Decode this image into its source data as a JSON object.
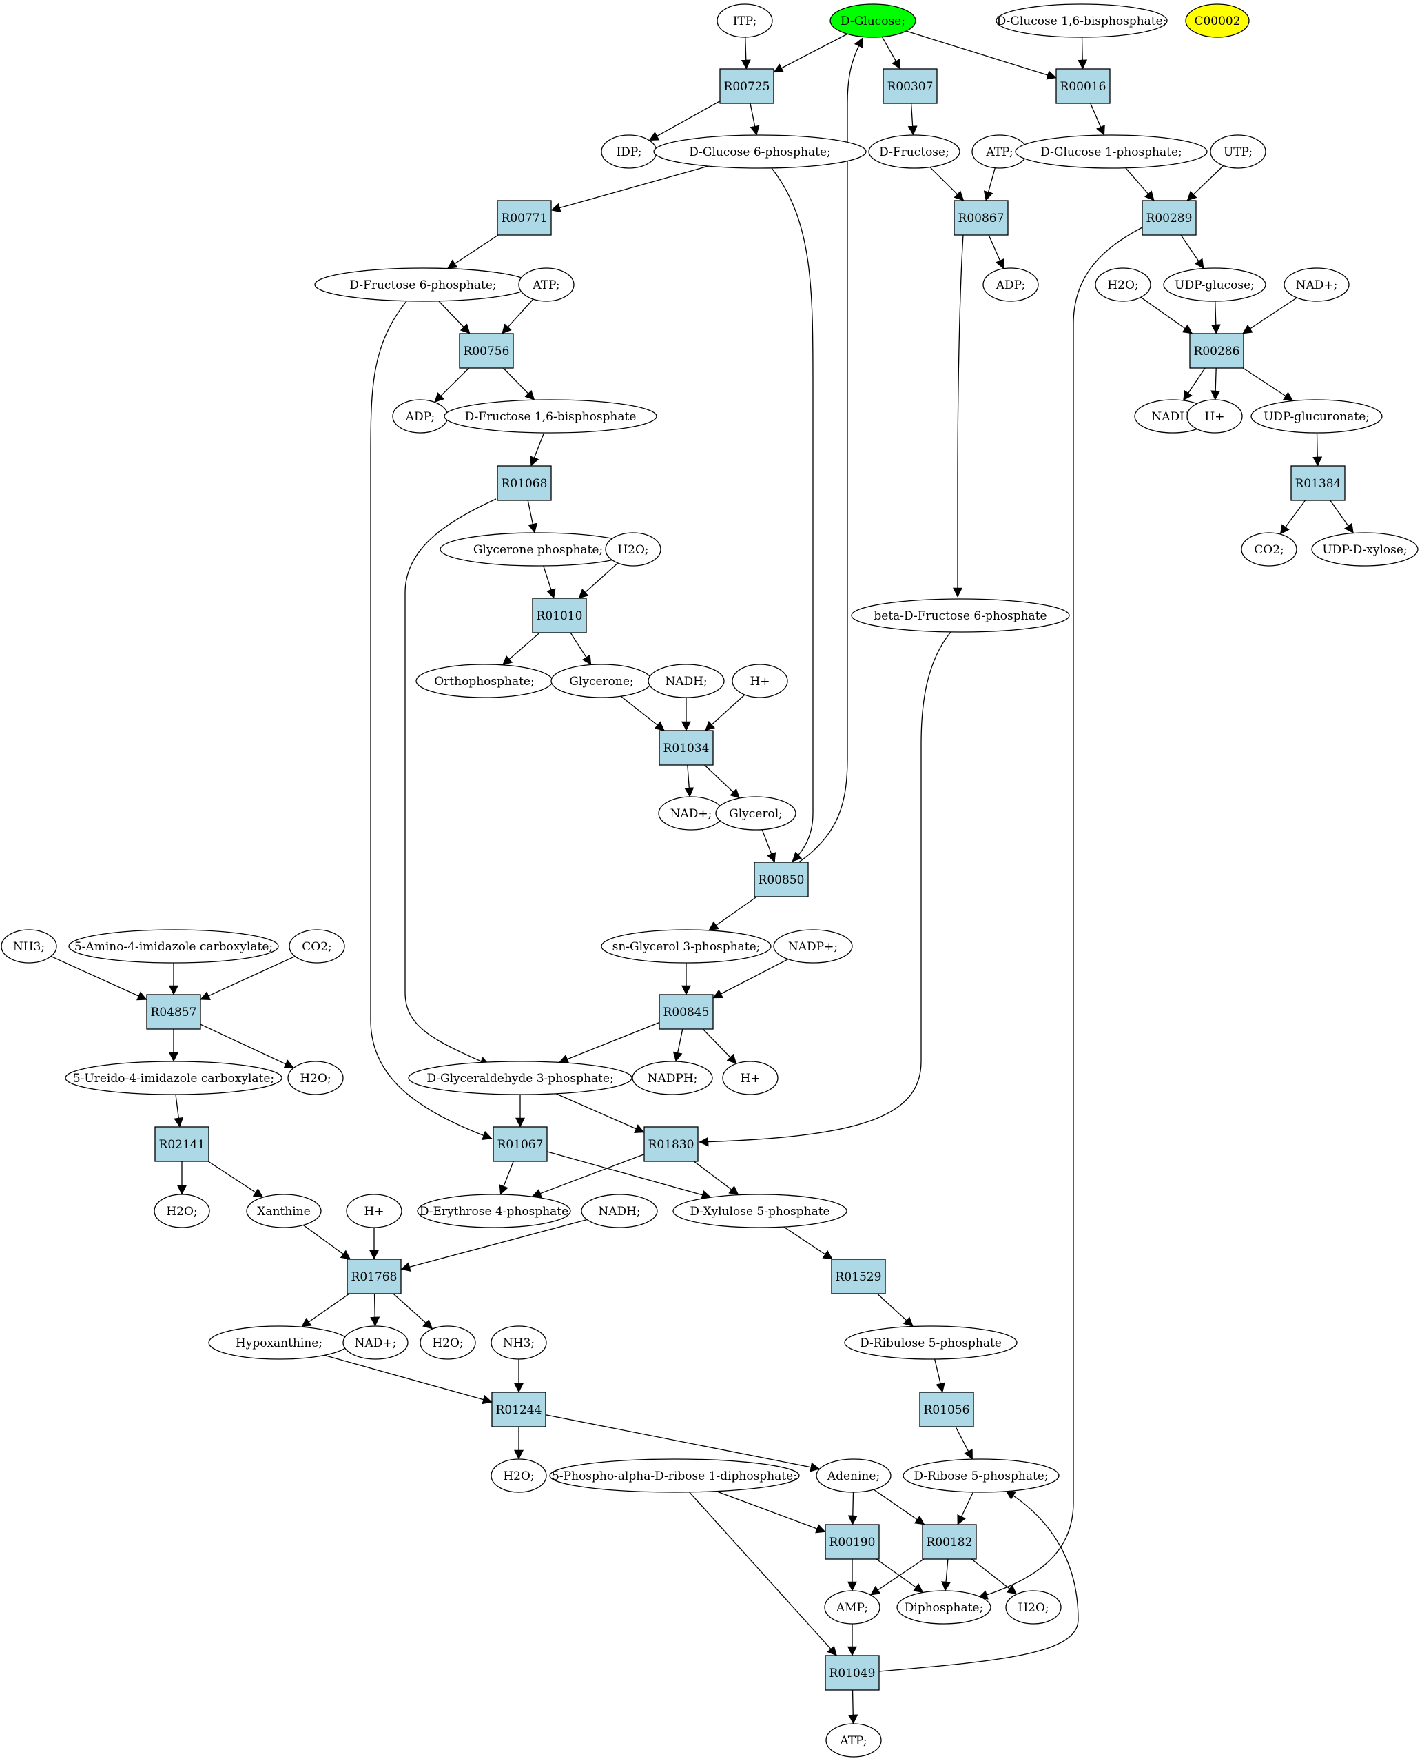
{
  "colors": {
    "reaction": "#add8e6",
    "start_compound": "#00ff00",
    "query_compound": "#ffff00",
    "compound": "#ffffff"
  },
  "compounds": {
    "itp": "ITP;",
    "glucose": "D-Glucose;",
    "g16bp": "D-Glucose 1,6-bisphosphate;",
    "c00002": "C00002",
    "idp": "IDP;",
    "g6p": "D-Glucose 6-phosphate;",
    "fructose": "D-Fructose;",
    "atp_1": "ATP;",
    "g1p": "D-Glucose 1-phosphate;",
    "utp": "UTP;",
    "f6p": "D-Fructose 6-phosphate;",
    "atp_2": "ATP;",
    "adp_1": "ADP;",
    "h2o_1": "H2O;",
    "udpglucose": "UDP-glucose;",
    "nadp_1": "NAD+;",
    "adp_2": "ADP;",
    "fbp": "D-Fructose 1,6-bisphosphate",
    "nadh_1": "NADH;",
    "hplus_1": "H+",
    "udpglucuronate": "UDP-glucuronate;",
    "gp": "Glycerone phosphate;",
    "h2o_2": "H2O;",
    "co2_1": "CO2;",
    "udpxylose": "UDP-D-xylose;",
    "bf6p": "beta-D-Fructose 6-phosphate",
    "ortho": "Orthophosphate;",
    "glycerone": "Glycerone;",
    "nadh_2": "NADH;",
    "hplus_2": "H+",
    "nadp_2": "NAD+;",
    "glycerol": "Glycerol;",
    "nh3_1": "NH3;",
    "aic": "5-Amino-4-imidazole carboxylate;",
    "co2_2": "CO2;",
    "g3p": "sn-Glycerol 3-phosphate;",
    "nadpplus": "NADP+;",
    "uic": "5-Ureido-4-imidazole carboxylate;",
    "h2o_3": "H2O;",
    "gap": "D-Glyceraldehyde 3-phosphate;",
    "nadph": "NADPH;",
    "hplus_3": "H+",
    "h2o_4": "H2O;",
    "xanthine": "Xanthine",
    "hplus_4": "H+",
    "e4p": "D-Erythrose 4-phosphate",
    "nadh_3": "NADH;",
    "xu5p": "D-Xylulose 5-phosphate",
    "hypox": "Hypoxanthine;",
    "nadp_3": "NAD+;",
    "h2o_5": "H2O;",
    "nh3_2": "NH3;",
    "ru5p": "D-Ribulose 5-phosphate",
    "h2o_6": "H2O;",
    "prpp": "5-Phospho-alpha-D-ribose 1-diphosphate;",
    "adenine": "Adenine;",
    "r5p": "D-Ribose 5-phosphate;",
    "amp": "AMP;",
    "diphosphate": "Diphosphate;",
    "h2o_7": "H2O;",
    "atp_3": "ATP;"
  },
  "reactions": {
    "r00725": "R00725",
    "r00307": "R00307",
    "r00016": "R00016",
    "r00771": "R00771",
    "r00867": "R00867",
    "r00289": "R00289",
    "r00756": "R00756",
    "r00286": "R00286",
    "r01068": "R01068",
    "r01384": "R01384",
    "r01010": "R01010",
    "r01034": "R01034",
    "r00850": "R00850",
    "r04857": "R04857",
    "r00845": "R00845",
    "r02141": "R02141",
    "r01067": "R01067",
    "r01830": "R01830",
    "r01768": "R01768",
    "r01529": "R01529",
    "r01244": "R01244",
    "r01056": "R01056",
    "r00190": "R00190",
    "r00182": "R00182",
    "r01049": "R01049"
  }
}
